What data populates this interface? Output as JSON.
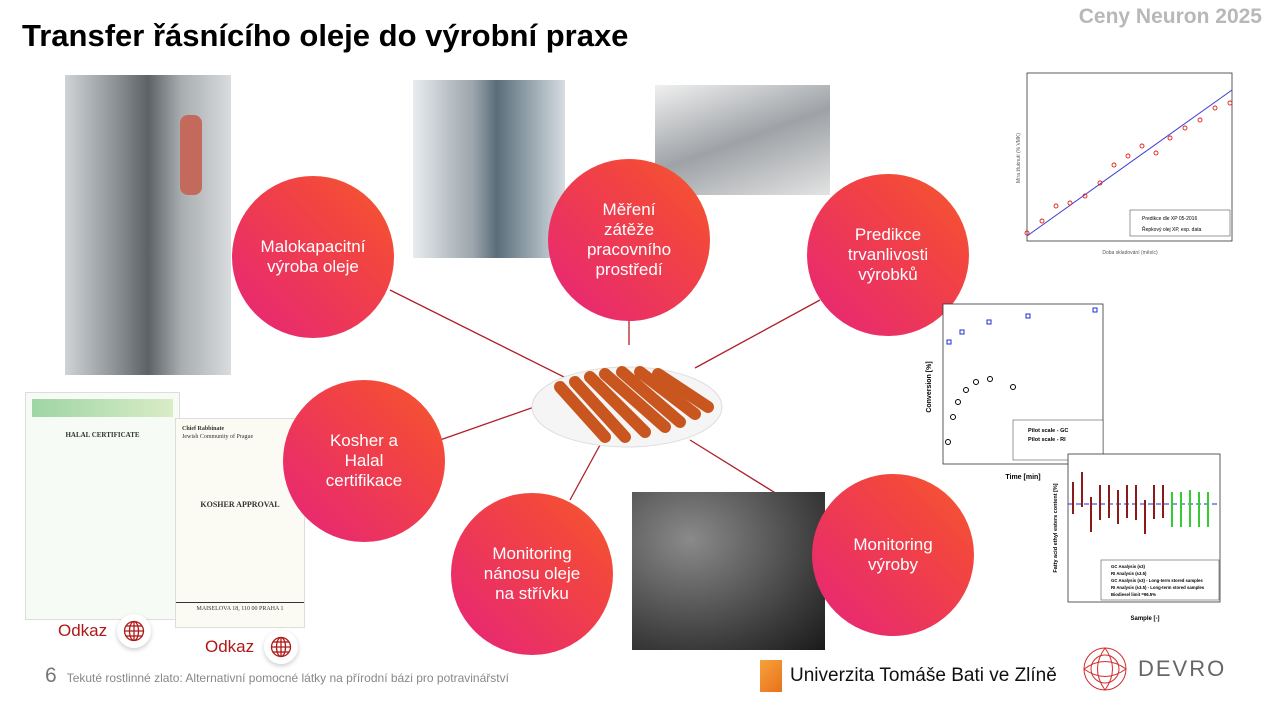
{
  "title": "Transfer řásnícího oleje do výrobní praxe",
  "brand": "Ceny Neuron 2025",
  "circles": {
    "c1": "Malokapacitní výroba oleje",
    "c2": "Měření zátěže pracovního prostředí",
    "c3": "Predikce trvanlivosti výrobků",
    "c4": "Kosher a Halal certifikace",
    "c5": "Monitoring nánosu oleje na střívku",
    "c6": "Monitoring výroby"
  },
  "links": {
    "l1": "Odkaz",
    "l2": "Odkaz"
  },
  "certs": {
    "halal": "HALAL CERTIFICATE",
    "kosher": "KOSHER APPROVAL",
    "rabbi": "Chief Rabbinate",
    "community": "Jewish Community of Prague",
    "address": "MAISELOVA 18, 110 00 PRAHA 1"
  },
  "footer": {
    "page": "6",
    "text": "Tekuté rostlinné zlato: Alternativní pomocné látky na přírodní bázi pro potravinářství"
  },
  "logos": {
    "utb": "Univerzita Tomáše Bati ve Zlíně",
    "devro": "DEVRO"
  },
  "charts": {
    "c1": {
      "ylabel": "Míra žluknutí (% VMK)",
      "xlabel": "Doba skladování (měsíc)",
      "legend": [
        "Predikce dle XP 05-2016",
        "Řepkový olej XP, exp. data"
      ]
    },
    "c2": {
      "ylabel": "Conversion [%]",
      "xlabel": "Time [min]",
      "legend": [
        "Pilot scale - GC",
        "Pilot scale - RI"
      ]
    },
    "c3": {
      "ylabel": "Fatty acid ethyl esters content [%]",
      "xlabel": "Sample [-]",
      "legend": [
        "GC Analysis (±3)",
        "RI Analysis (±3.5)",
        "GC Analysis (±3) - Long-term stored samples",
        "RI Analysis (±3.5) - Long-term stored samples",
        "Biodiesel limit =96.5%"
      ]
    }
  }
}
